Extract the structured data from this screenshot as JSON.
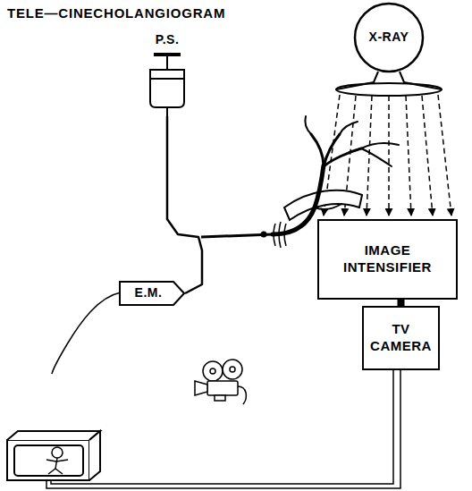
{
  "diagram": {
    "title": "TELE—CINECHOLANGIOGRAM",
    "nodes": [
      {
        "text": [
          "P.S."
        ]
      },
      {
        "text": [
          "X-RAY"
        ]
      },
      {
        "text": [
          "E.M."
        ]
      },
      {
        "text": [
          "IMAGE INTENSIFIER"
        ]
      },
      {
        "text": [
          "TV CAMERA"
        ]
      }
    ],
    "edges": [
      {
        "from": 0,
        "to": 2,
        "arrow": "none"
      },
      {
        "from": 3,
        "to": 4,
        "arrow": "none"
      }
    ]
  }
}
